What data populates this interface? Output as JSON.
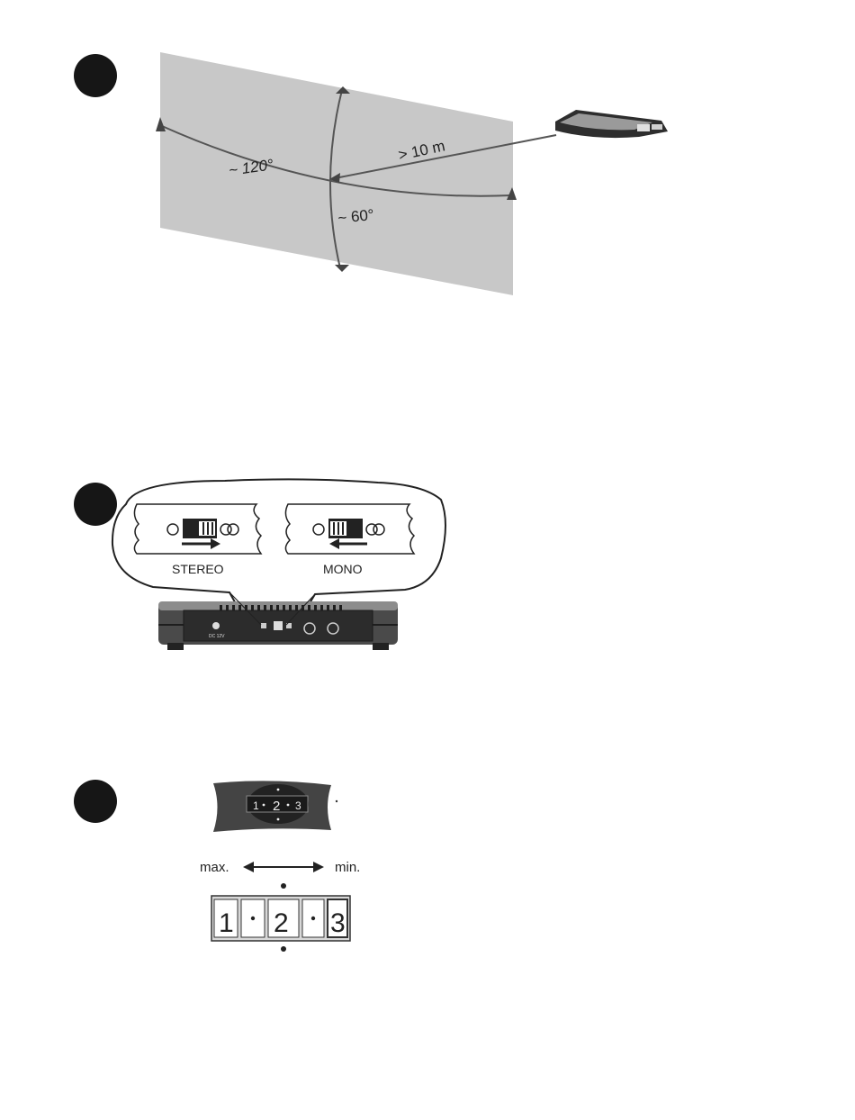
{
  "figure1": {
    "distance_label": "> 10 m",
    "horizontal_angle_label": "~ 120°",
    "vertical_angle_label": "~ 60°"
  },
  "figure2": {
    "stereo_label": "STEREO",
    "mono_label": "MONO",
    "dc_label": "DC 12V"
  },
  "figure3": {
    "max_label": "max.",
    "min_label": "min.",
    "selector_positions": [
      "1",
      "2",
      "3"
    ]
  },
  "colors": {
    "dot": "#161616",
    "panel_gray": "#c8c8c8",
    "device_dark": "#3a3a3a"
  }
}
